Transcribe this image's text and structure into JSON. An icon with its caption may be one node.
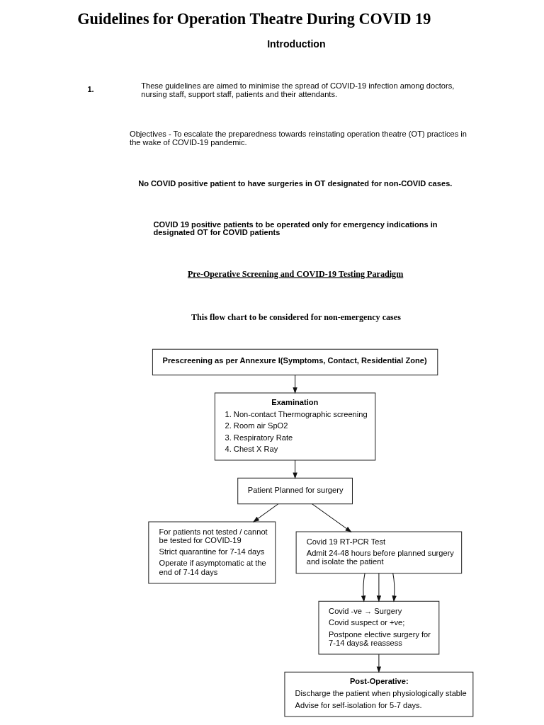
{
  "diagram": {
    "title": "Guidelines for Operation Theatre During COVID 19",
    "nodes": [
      {
        "text": [
          "Prescreening as per Annexure I(Symptoms, Contact, Residential Zone)"
        ]
      },
      {
        "text": [
          "Examination",
          "1. Non-contact Thermographic screening",
          "2. Room air SpO2",
          "3. Respiratory Rate",
          "4. Chest X Ray"
        ]
      },
      {
        "text": [
          "Patient Planned for surgery"
        ]
      },
      {
        "text": [
          "For patients not tested / cannot be tested for COVID-19",
          "Strict quarantine for 7-14 days",
          "Operate if asymptomatic at the end of 7-14 days"
        ]
      },
      {
        "text": [
          "Covid 19 RT-PCR Test",
          "Admit 24-48 hours before planned surgery and isolate the patient"
        ]
      },
      {
        "text": [
          "Covid -ve → Surgery",
          "Covid suspect or +ve;",
          "Postpone elective surgery for 7-14 days& reassess"
        ]
      },
      {
        "text": [
          "Post-Operative:",
          "Discharge the patient when physiologically stable",
          "Advise for self-isolation for 5-7 days."
        ]
      }
    ],
    "edges": [
      {
        "from": 0,
        "to": 1,
        "arrow": "to"
      },
      {
        "from": 1,
        "to": 2,
        "arrow": "to"
      },
      {
        "from": 2,
        "to": 3,
        "arrow": "to"
      },
      {
        "from": 2,
        "to": 4,
        "arrow": "to"
      },
      {
        "from": 4,
        "to": 5,
        "arrow": "to"
      },
      {
        "from": 4,
        "to": 5,
        "arrow": "to"
      },
      {
        "from": 4,
        "to": 5,
        "arrow": "to"
      },
      {
        "from": 5,
        "to": 6,
        "arrow": "to"
      }
    ],
    "labels": [
      "Introduction",
      "1.",
      "These guidelines are aimed to minimise the spread of COVID-19 infection among doctors, nursing staff, support staff, patients and their attendants.",
      "Objectives - To escalate the preparedness towards reinstating operation theatre (OT) practices in the wake of COVID-19 pandemic.",
      "No COVID positive patient to have surgeries in OT designated for non-COVID cases.",
      "COVID 19 positive patients to be operated only for emergency indications in designated OT for COVID patients",
      "Pre-Operative Screening and COVID-19 Testing Paradigm",
      "This flow chart to be considered for non-emergency cases"
    ]
  }
}
